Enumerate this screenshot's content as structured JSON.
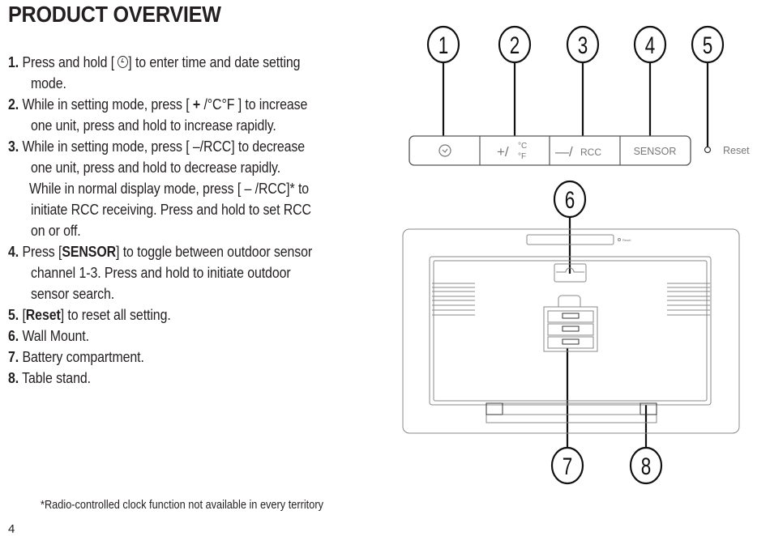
{
  "title": "PRODUCT OVERVIEW",
  "items": [
    {
      "num": "1.",
      "l1a": "Press and hold [ ",
      "l1b": "] to enter time and date setting",
      "l2": "mode."
    },
    {
      "num": "2.",
      "l1a": "While in setting mode, press [ ",
      "l1bold": "+",
      "l1b": " /°C°F ] to increase",
      "l2": "one unit, press and hold to increase rapidly."
    },
    {
      "num": "3.",
      "l1": "While in setting mode, press [ –/RCC] to decrease",
      "l2": "one unit, press and hold to decrease rapidly.",
      "l3": "While in normal display mode, press [ – /RCC]* to",
      "l4": "initiate RCC receiving. Press and hold to set RCC",
      "l5": "on or off."
    },
    {
      "num": "4.",
      "l1a": "Press [",
      "l1bold": "SENSOR",
      "l1b": "] to toggle between outdoor sensor",
      "l2": "channel 1-3. Press and hold to initiate outdoor",
      "l3": "sensor search."
    },
    {
      "num": "5.",
      "l1a": "[",
      "l1bold": "Reset",
      "l1b": "] to reset all setting."
    },
    {
      "num": "6.",
      "l1": "Wall Mount."
    },
    {
      "num": "7.",
      "l1": " Battery compartment."
    },
    {
      "num": "8.",
      "l1": "Table stand."
    }
  ],
  "diagram": {
    "callouts": [
      "1",
      "2",
      "3",
      "4",
      "5",
      "6",
      "7",
      "8"
    ],
    "buttons": {
      "plus": "+/",
      "celsius": "°C",
      "fahrenheit": "°F",
      "minus": "—/",
      "rcc": "RCC",
      "sensor": "SENSOR"
    },
    "reset_label": "Reset",
    "back_reset_label": "Reset"
  },
  "footnote": "*Radio-controlled clock function not available in every territory",
  "page_number": "4"
}
